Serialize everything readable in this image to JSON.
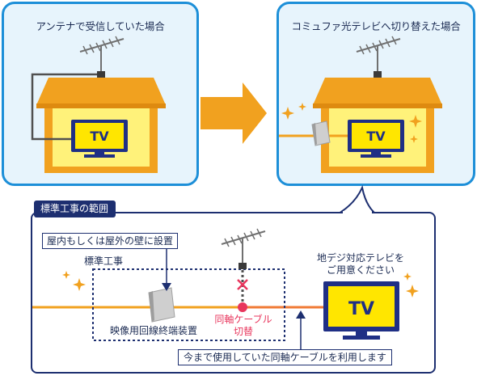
{
  "panels": {
    "before_title": "アンテナで受信していた場合",
    "after_title": "コミュファ光テレビへ切り替えた場合"
  },
  "tv_label": "TV",
  "bottom": {
    "tab": "標準工事の範囲",
    "callout_wall": "屋内もしくは屋外の壁に設置",
    "standard_work": "標準工事",
    "terminal_device": "映像用回線終端装置",
    "switch_line1": "同軸ケーブル",
    "switch_line2": "切替",
    "tv_note_line1": "地デジ対応テレビを",
    "tv_note_line2": "ご用意ください",
    "callout_reuse": "今まで使用していた同軸ケーブルを利用します"
  },
  "colors": {
    "panel_border": "#1d8fd8",
    "panel_bg": "#e7f4fc",
    "house_orange": "#f1a11f",
    "house_yellow": "#fff27a",
    "tv_frame": "#1f2f85",
    "tv_screen": "#ffe600",
    "arrow": "#f1a11f",
    "cable": "#f1a11f",
    "switch_pink": "#e8365d",
    "dark_navy": "#1d2f70"
  }
}
